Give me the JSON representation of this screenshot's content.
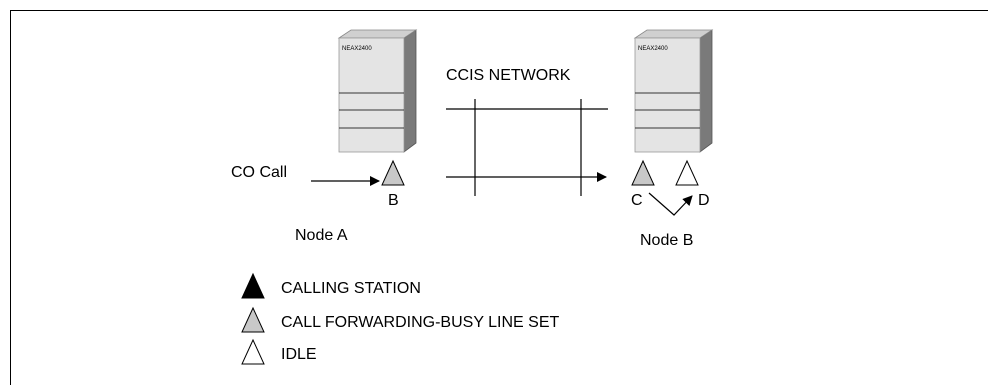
{
  "diagram": {
    "network_label": "CCIS NETWORK",
    "cabinet_label": "NEAX2400",
    "co_call_label": "CO Call",
    "node_a_label": "Node A",
    "node_b_label": "Node B",
    "station_b_label": "B",
    "station_c_label": "C",
    "station_d_label": "D"
  },
  "legend": {
    "calling_station": "CALLING STATION",
    "call_forwarding_busy": "CALL FORWARDING-BUSY LINE SET",
    "idle": "IDLE"
  },
  "colors": {
    "busy_fill": "#c8c8c8",
    "calling_fill": "#000000",
    "idle_fill": "#ffffff",
    "cabinet_front": "#e4e4e4",
    "cabinet_side": "#7a7a7a"
  }
}
